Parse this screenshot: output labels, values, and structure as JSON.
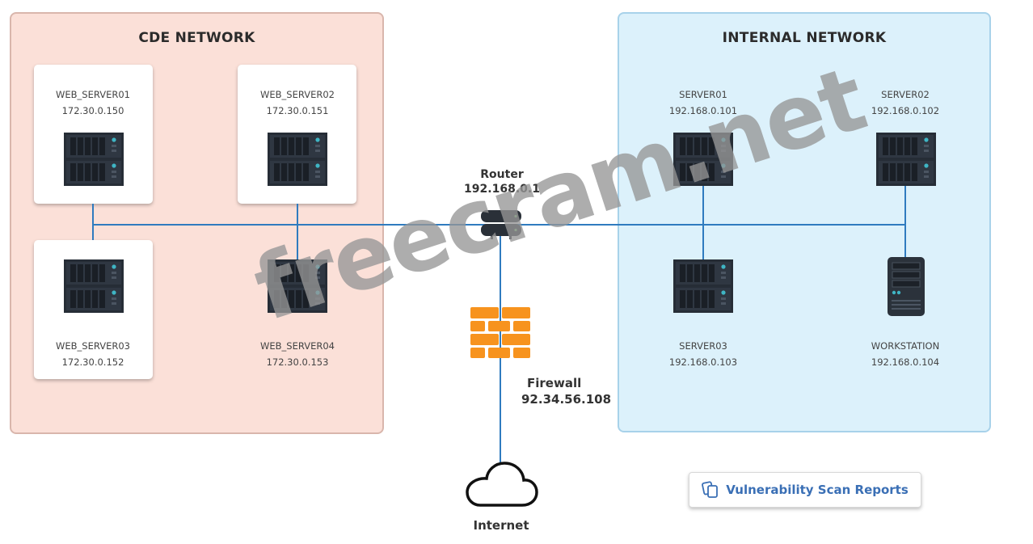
{
  "zones": {
    "cde": {
      "title": "CDE NETWORK",
      "background": "#fbe0d8",
      "nodes": [
        {
          "name": "WEB_SERVER01",
          "ip": "172.30.0.150",
          "type": "server"
        },
        {
          "name": "WEB_SERVER02",
          "ip": "172.30.0.151",
          "type": "server"
        },
        {
          "name": "WEB_SERVER03",
          "ip": "172.30.0.152",
          "type": "server"
        },
        {
          "name": "WEB_SERVER04",
          "ip": "172.30.0.153",
          "type": "server"
        }
      ]
    },
    "internal": {
      "title": "INTERNAL NETWORK",
      "background": "#dcf1fb",
      "nodes": [
        {
          "name": "SERVER01",
          "ip": "192.168.0.101",
          "type": "server"
        },
        {
          "name": "SERVER02",
          "ip": "192.168.0.102",
          "type": "server"
        },
        {
          "name": "SERVER03",
          "ip": "192.168.0.103",
          "type": "server"
        },
        {
          "name": "WORKSTATION",
          "ip": "192.168.0.104",
          "type": "workstation"
        }
      ]
    }
  },
  "router": {
    "name": "Router",
    "ip": "192.168.0.1"
  },
  "firewall": {
    "name": "Firewall",
    "ip": "92.34.56.108",
    "color": "#f7931e"
  },
  "internet": {
    "name": "Internet"
  },
  "scan_button": {
    "label": "Vulnerability Scan Reports",
    "icon": "copy-documents-icon",
    "color": "#3a6fb5"
  },
  "link_color": "#2f7bbf",
  "watermark": "freecram.net"
}
